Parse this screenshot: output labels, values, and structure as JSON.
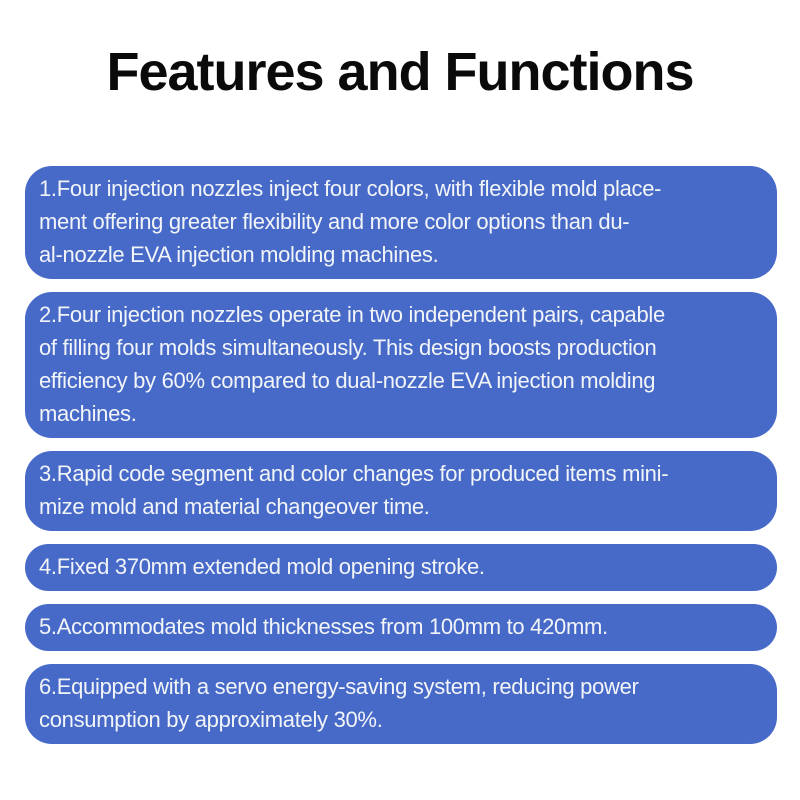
{
  "page": {
    "title": "Features and Functions"
  },
  "theme": {
    "block_color": "#4769c8",
    "block_text_color": "#f2f5f8",
    "title_color": "#0a0a0a",
    "background_color": "#ffffff"
  },
  "features": [
    {
      "number": "1",
      "lines": [
        "1.Four injection nozzles inject four colors, with flexible mold place-",
        "ment offering greater flexibility and more color options than du-",
        "al-nozzle EVA injection molding machines."
      ]
    },
    {
      "number": "2",
      "lines": [
        "2.Four injection nozzles operate in two independent pairs, capable",
        "of filling four molds simultaneously. This design boosts production",
        "efficiency by 60% compared to dual-nozzle EVA injection molding",
        "machines."
      ]
    },
    {
      "number": "3",
      "lines": [
        "3.Rapid code segment and color changes for produced items mini-",
        "mize mold and material changeover time."
      ]
    },
    {
      "number": "4",
      "lines": [
        "4.Fixed 370mm extended mold opening stroke."
      ]
    },
    {
      "number": "5",
      "lines": [
        "5.Accommodates mold thicknesses from 100mm to 420mm."
      ]
    },
    {
      "number": "6",
      "lines": [
        "6.Equipped with a servo energy-saving system, reducing power",
        "consumption by approximately 30%."
      ]
    }
  ]
}
